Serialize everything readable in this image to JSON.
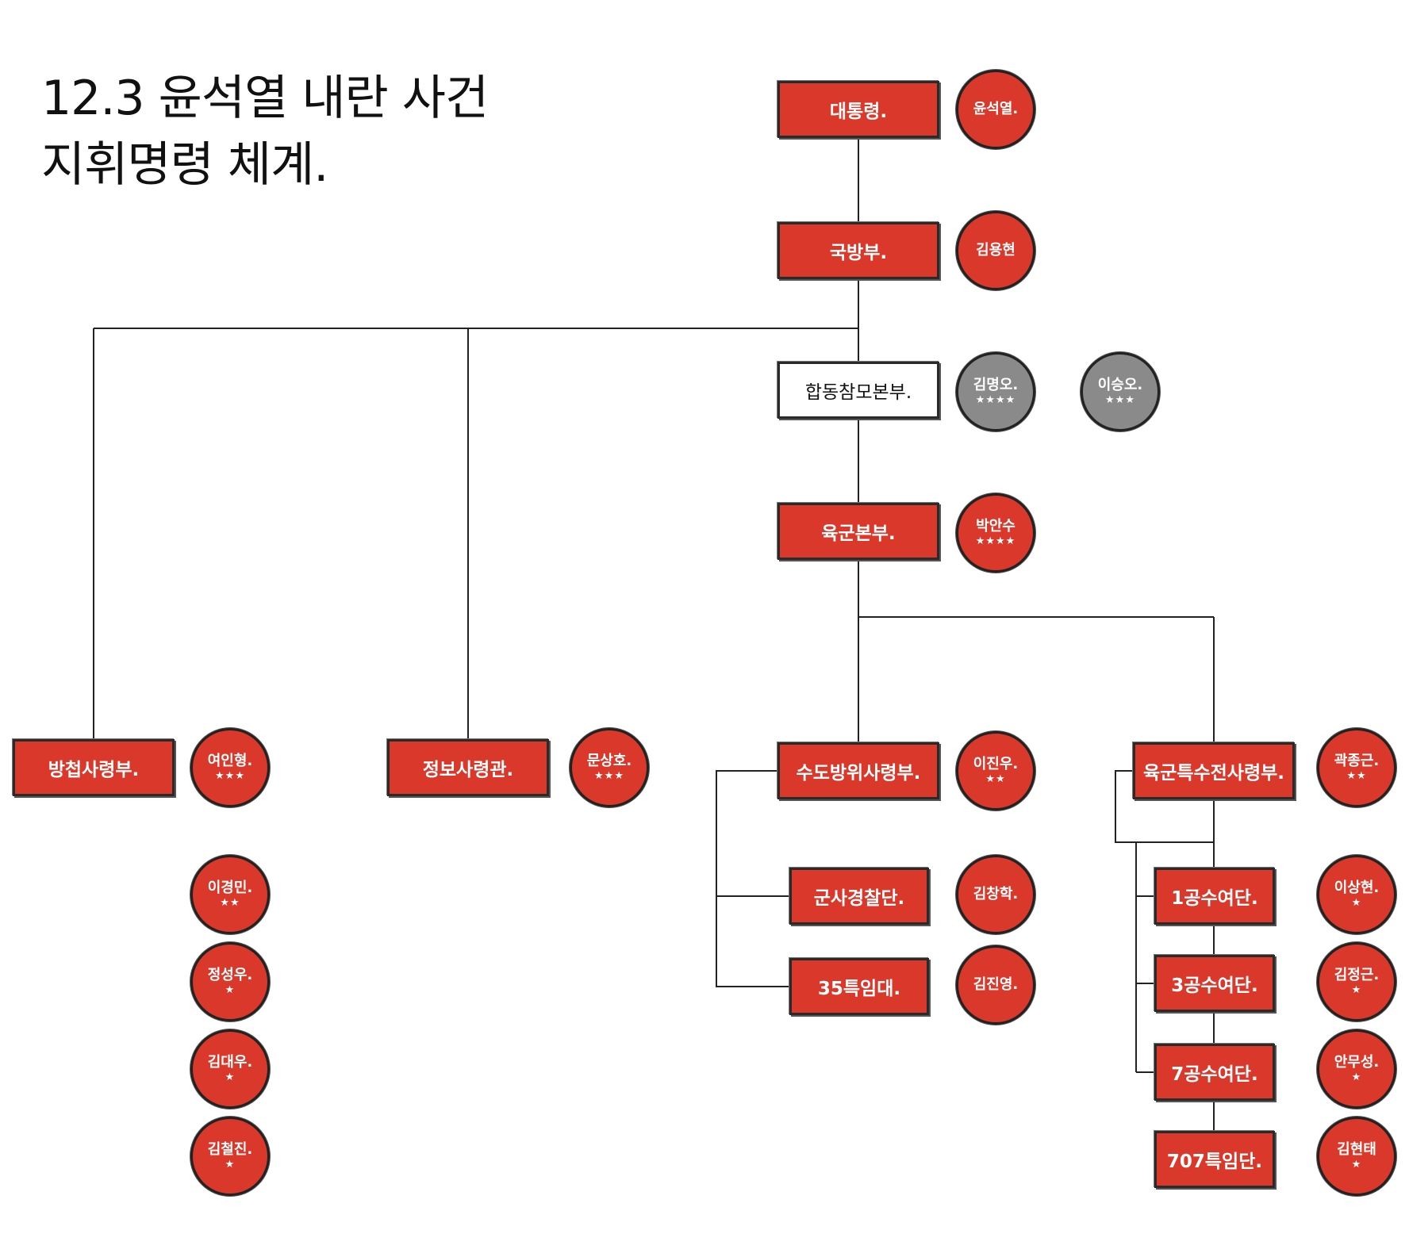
{
  "title": {
    "line1": "12.3 윤석열 내란 사건",
    "line2": "지휘명령 체계."
  },
  "units": {
    "president": "대통령.",
    "mnd": "국방부.",
    "jcs": "합동참모본부.",
    "army_hq": "육군본부.",
    "dcc": "방첩사령부.",
    "dic": "정보사령관.",
    "cdc": "수도방위사령부.",
    "mp": "군사경찰단.",
    "sp35": "35특임대.",
    "swc": "육군특수전사령부.",
    "b1": "1공수여단.",
    "b3": "3공수여단.",
    "b7": "7공수여단.",
    "u707": "707특임단."
  },
  "people": {
    "p_president": {
      "name": "윤석열.",
      "rank": ""
    },
    "p_mnd": {
      "name": "김용현",
      "rank": ""
    },
    "p_jcs": {
      "name": "김명오.",
      "rank": "★★★★"
    },
    "p_jcs2": {
      "name": "이승오.",
      "rank": "★★★"
    },
    "p_army": {
      "name": "박안수",
      "rank": "★★★★"
    },
    "p_dcc": {
      "name": "여인형.",
      "rank": "★★★"
    },
    "p_dcc2": {
      "name": "이경민.",
      "rank": "★★"
    },
    "p_dcc3": {
      "name": "정성우.",
      "rank": "★"
    },
    "p_dcc4": {
      "name": "김대우.",
      "rank": "★"
    },
    "p_dcc5": {
      "name": "김철진.",
      "rank": "★"
    },
    "p_dic": {
      "name": "문상호.",
      "rank": "★★★"
    },
    "p_cdc": {
      "name": "이진우.",
      "rank": "★★"
    },
    "p_mp": {
      "name": "김창학.",
      "rank": ""
    },
    "p_sp35": {
      "name": "김진영.",
      "rank": ""
    },
    "p_swc": {
      "name": "곽종근.",
      "rank": "★★"
    },
    "p_b1": {
      "name": "이상현.",
      "rank": "★"
    },
    "p_b3": {
      "name": "김정근.",
      "rank": "★"
    },
    "p_b7": {
      "name": "안무성.",
      "rank": "★"
    },
    "p_707": {
      "name": "김현태",
      "rank": "★"
    }
  },
  "colors": {
    "box_red": "#d9382a",
    "circle_gray": "#8a8a8a",
    "line": "#222222"
  }
}
